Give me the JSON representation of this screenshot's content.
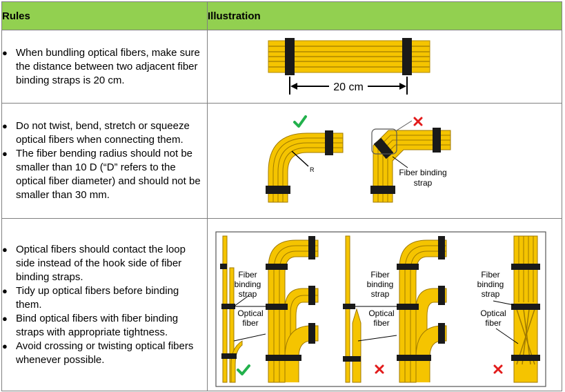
{
  "header": {
    "rules": "Rules",
    "illustration": "Illustration"
  },
  "rows": [
    {
      "bullets": [
        "When bundling optical fibers, make sure the distance between two adjacent fiber binding straps is 20 cm."
      ],
      "illustration": {
        "distance_label": "20 cm"
      }
    },
    {
      "bullets": [
        "Do not twist, bend, stretch or squeeze optical fibers when connecting them.",
        "The fiber bending radius should  not be smaller than 10 D (“D” refers to the optical fiber diameter) and should not be smaller than 30 mm."
      ],
      "illustration": {
        "radius_label": "R",
        "strap_label_1": "Fiber binding",
        "strap_label_2": "strap"
      }
    },
    {
      "bullets": [
        "Optical fibers should contact the loop side instead of the hook side of fiber binding straps.",
        "Tidy up optical fibers before binding them.",
        "Bind optical fibers with fiber binding straps with appropriate tightness.",
        "Avoid crossing or twisting optical fibers whenever possible."
      ],
      "illustration": {
        "panel1": {
          "strap_lines": [
            "Fiber",
            "binding",
            "strap"
          ],
          "fiber_lines": [
            "Optical",
            "fiber"
          ]
        },
        "panel2": {
          "strap_lines": [
            "Fiber",
            "binding",
            "strap"
          ],
          "fiber_lines": [
            "Optical",
            "fiber"
          ]
        },
        "panel3": {
          "strap_lines": [
            "Fiber",
            "binding",
            "strap"
          ],
          "fiber_lines": [
            "Optical",
            "fiber"
          ]
        }
      }
    }
  ],
  "colors": {
    "header_bg": "#92d050",
    "fiber": "#f5c400",
    "strap": "#1a1a1a",
    "check": "#22b14c",
    "cross": "#e21b1b"
  }
}
